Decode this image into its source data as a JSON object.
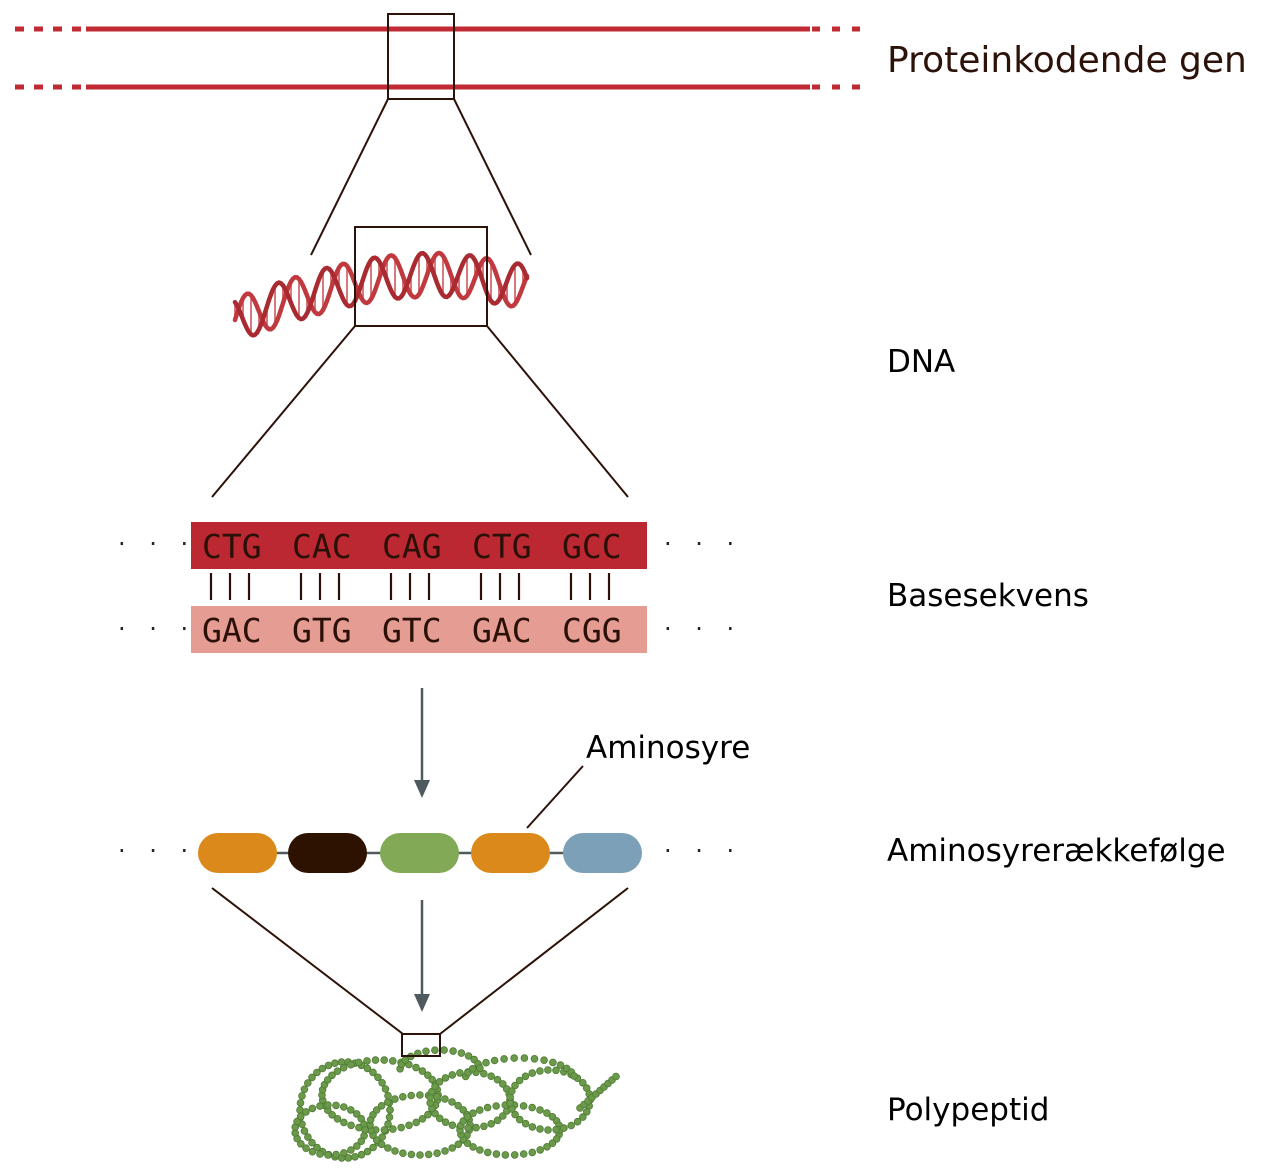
{
  "labels": {
    "gene": "Proteinkodende gen",
    "dna": "DNA",
    "base_sequence": "Basesekvens",
    "amino_sequence": "Aminosyrerækkefølge",
    "polypeptide": "Polypeptid",
    "amino_acid_callout": "Aminosyre"
  },
  "sequence": {
    "top_strand": [
      "CTG",
      "CAC",
      "CAG",
      "CTG",
      "GCC"
    ],
    "bottom_strand": [
      "GAC",
      "GTG",
      "GTC",
      "GAC",
      "CGG"
    ],
    "ellipsis": "· · ·"
  },
  "amino_acids": [
    {
      "color": "#dc891b"
    },
    {
      "color": "#2e1200"
    },
    {
      "color": "#82a955"
    },
    {
      "color": "#dc891b"
    },
    {
      "color": "#7ba0b7"
    }
  ],
  "colors": {
    "gene_line": "#bf2a33",
    "top_strand_fill": "#bc2832",
    "bottom_strand_fill": "#e49c93",
    "outline": "#2c1208",
    "arrow": "#4f5a5e",
    "dna_helix": "#c0393f",
    "polypeptide_bead": "#6a9a4a"
  }
}
